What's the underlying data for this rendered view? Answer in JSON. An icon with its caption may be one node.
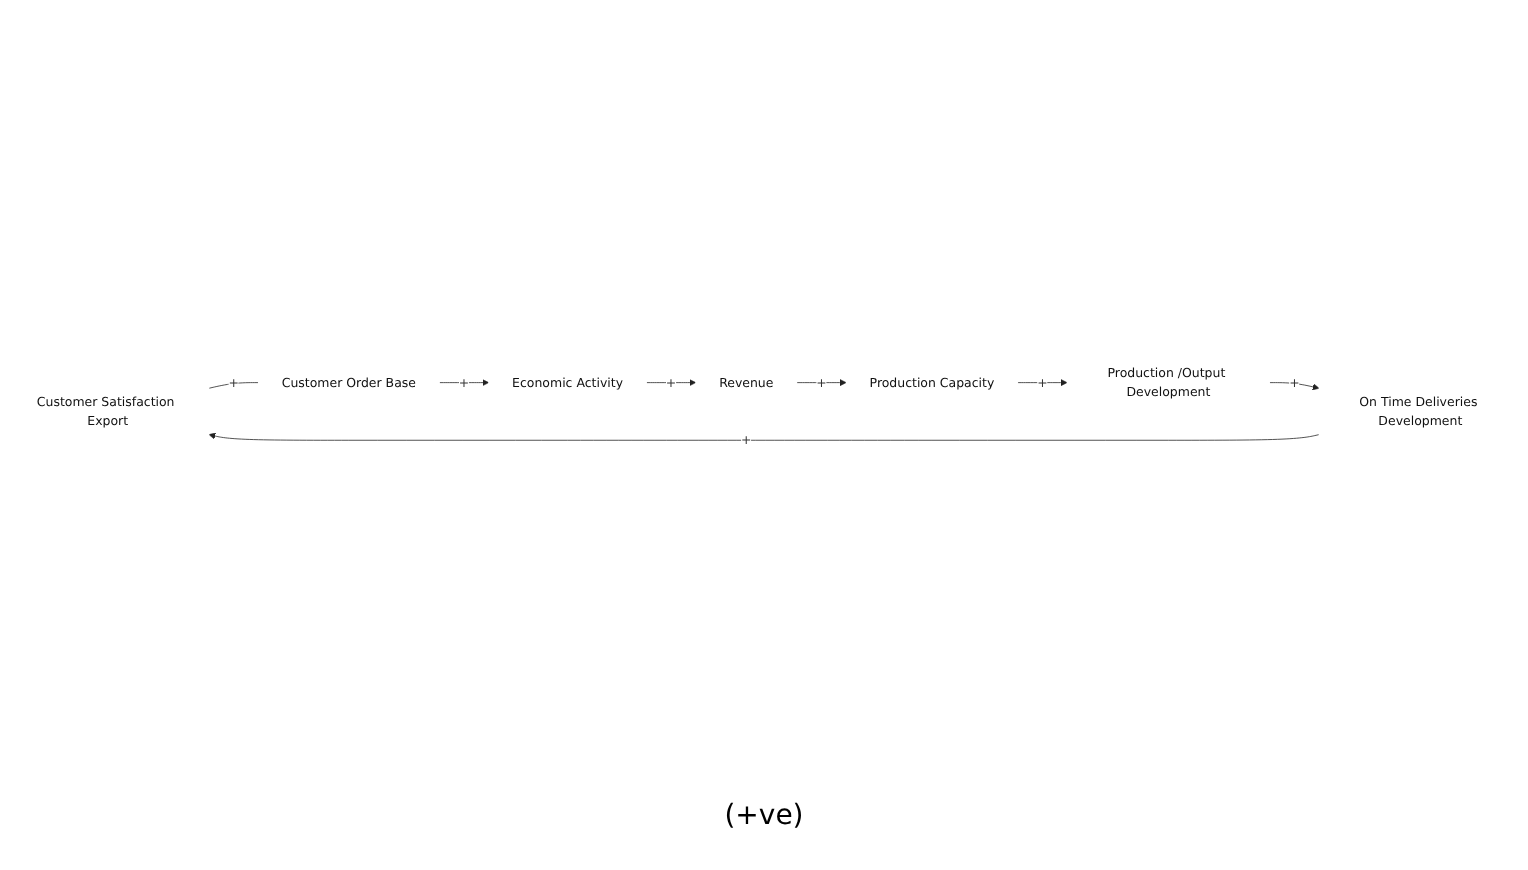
{
  "diagram": {
    "nodes": [
      {
        "text": [
          "Customer Satisfaction Export"
        ]
      },
      {
        "text": [
          "Customer Order Base"
        ]
      },
      {
        "text": [
          "Economic Activity"
        ]
      },
      {
        "text": [
          "Revenue"
        ]
      },
      {
        "text": [
          "Production Capacity"
        ]
      },
      {
        "text": [
          "Production /Output Development"
        ]
      },
      {
        "text": [
          "On Time Deliveries Development"
        ]
      }
    ],
    "edges": [
      {
        "from": 0,
        "to": 1,
        "arrow": "none",
        "label": "+"
      },
      {
        "from": 1,
        "to": 2,
        "arrow": "to",
        "label": "+"
      },
      {
        "from": 2,
        "to": 3,
        "arrow": "to",
        "label": "+"
      },
      {
        "from": 3,
        "to": 4,
        "arrow": "to",
        "label": "+"
      },
      {
        "from": 4,
        "to": 5,
        "arrow": "to",
        "label": "+"
      },
      {
        "from": 5,
        "to": 6,
        "arrow": "to",
        "label": "+"
      },
      {
        "from": 6,
        "to": 0,
        "arrow": "to",
        "label": "+"
      }
    ],
    "labels": [
      "(+ve)"
    ]
  }
}
